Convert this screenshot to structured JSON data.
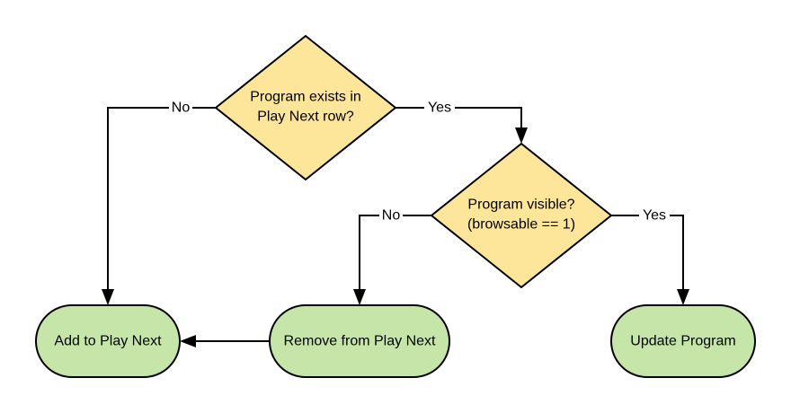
{
  "colors": {
    "decision_fill": "#fde59a",
    "terminal_fill": "#c6e6a9",
    "stroke": "#000000",
    "label_bg": "#ffffff"
  },
  "decisions": {
    "exists": {
      "line1": "Program exists in",
      "line2": "Play Next row?"
    },
    "visible": {
      "line1": "Program visible?",
      "line2": "(browsable == 1)"
    }
  },
  "terminals": {
    "add": "Add to Play Next",
    "remove": "Remove from Play Next",
    "update": "Update Program"
  },
  "edge_labels": {
    "exists_no": "No",
    "exists_yes": "Yes",
    "visible_no": "No",
    "visible_yes": "Yes"
  }
}
